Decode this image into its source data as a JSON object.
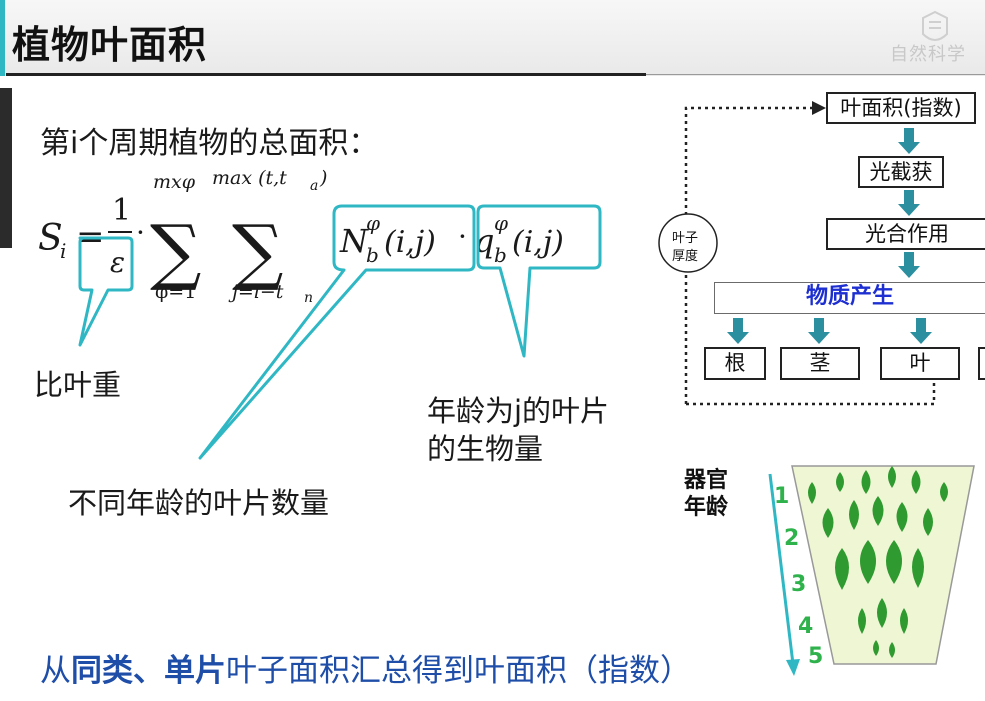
{
  "header": {
    "title": "植物叶面积",
    "logo_text": "自然科学"
  },
  "formula": {
    "heading": "第i个周期植物的总面积：",
    "lhs": "S",
    "lhs_sub": "i",
    "frac_num": "1",
    "frac_den": "ε",
    "sum1_top": "mxφ",
    "sum1_bottom": "φ=1",
    "sum2_top": "max (t,t",
    "sum2_top_sub": "a",
    "sum2_bottom": "j=i−t",
    "sum2_bottom_sub": "n",
    "term1": "N",
    "term2": "q",
    "sup": "φ",
    "sub": "b",
    "args": "(i,j)",
    "dot": "·"
  },
  "callouts": {
    "specific_weight": "比叶重",
    "count_by_age": "不同年龄的叶片数量",
    "biomass_line1": "年龄为j的叶片",
    "biomass_line2": "的生物量"
  },
  "flowchart": {
    "leaf_area": "叶面积(指数)",
    "light_capture": "光截获",
    "photosynthesis": "光合作用",
    "matter_production": "物质产生",
    "root": "根",
    "stem": "茎",
    "leaf": "叶",
    "thickness_line1": "叶子",
    "thickness_line2": "厚度"
  },
  "organ_age": {
    "label_line1": "器官",
    "label_line2": "年龄",
    "ages": [
      "1",
      "2",
      "3",
      "4",
      "5"
    ]
  },
  "bottom_text": {
    "part1": "从",
    "part2": "同类、单片",
    "part3": "叶子面积汇总得到叶面积（指数）"
  },
  "colors": {
    "accent": "#2fb7c4",
    "arrow": "#2c8fa0",
    "leaf_green": "#2f9a2f",
    "age_green": "#2fb14c",
    "bottom_blue": "#1f4ea8",
    "trapezoid_fill": "#eef6d4"
  }
}
